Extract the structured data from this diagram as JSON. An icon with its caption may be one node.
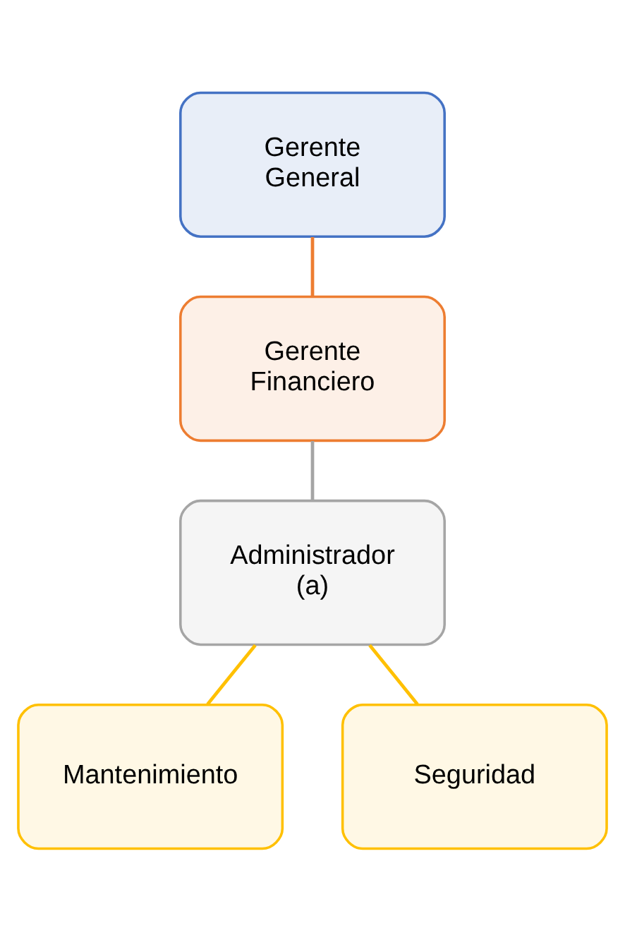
{
  "diagram": {
    "nodes": [
      {
        "text": [
          "Gerente General"
        ]
      },
      {
        "text": [
          "Gerente Financiero"
        ]
      },
      {
        "text": [
          "Administrador (a)"
        ]
      },
      {
        "text": [
          "Mantenimiento"
        ]
      },
      {
        "text": [
          "Seguridad"
        ]
      }
    ],
    "edges": [
      {
        "from": 0,
        "to": 1,
        "arrow": "none",
        "color": "#ed7d31"
      },
      {
        "from": 1,
        "to": 2,
        "arrow": "none",
        "color": "#a5a5a5"
      },
      {
        "from": 2,
        "to": 3,
        "arrow": "none"
      },
      {
        "from": 2,
        "to": 4,
        "arrow": "none"
      }
    ]
  }
}
